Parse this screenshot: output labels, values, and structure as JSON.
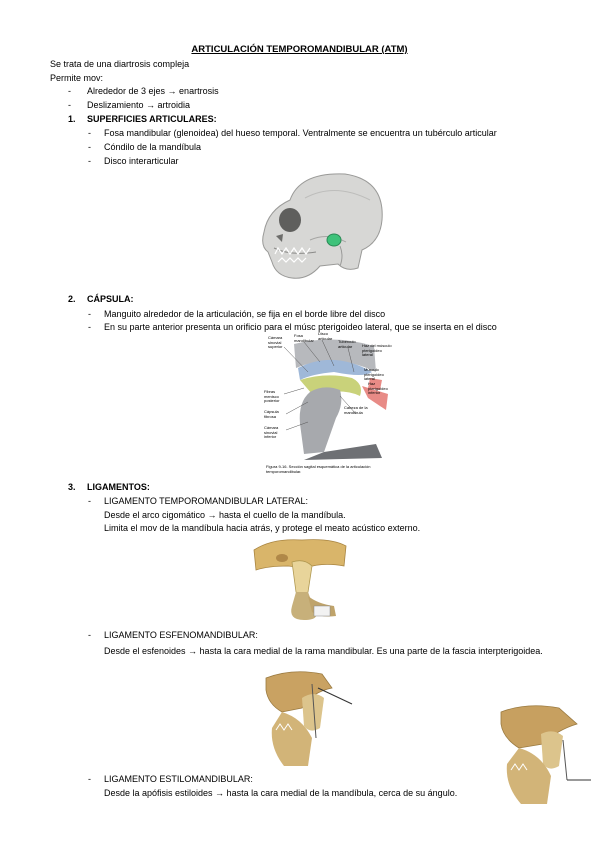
{
  "title": "ARTICULACIÓN TEMPOROMANDIBULAR (ATM)",
  "intro": {
    "line1": "Se trata de una diartrosis compleja",
    "line2": "Permite mov:"
  },
  "movements": [
    {
      "bullet": "-",
      "text": "Alrededor de 3 ejes → enartrosis"
    },
    {
      "bullet": "-",
      "text": "Deslizamiento → artroidia"
    }
  ],
  "section1": {
    "number": "1.",
    "heading": "SUPERFICIES ARTICULARES:",
    "items": [
      "Fosa mandibular (glenoidea) del hueso temporal. Ventralmente se encuentra un tubérculo articular",
      "Cóndilo de la mandíbula",
      "Disco interarticular"
    ]
  },
  "section2": {
    "number": "2.",
    "heading": "CÁPSULA:",
    "items": [
      "Manguito alrededor de la articulación, se fija en el borde libre del disco",
      "En su parte anterior presenta un orificio para el músc pterigoideo lateral, que se inserta en el disco"
    ],
    "figure_labels": [
      "Cámara sinovial superior",
      "Fosa mandibular",
      "Disco articular",
      "Tubérculo articular",
      "Haz del músculo pterigoideo lateral",
      "Músculo pterigoideo lateral",
      "Haz pterigoideo inferior",
      "Fibras menisco posterior",
      "Cápsula fibrosa",
      "Cabeza de la mandíbula",
      "Cámara sinovial inferior"
    ],
    "caption": "Figura 9-16. Sección sagital esquemática de la articulación temporomandibular."
  },
  "section3": {
    "number": "3.",
    "heading": "LIGAMENTOS:",
    "ligaments": [
      {
        "name": "LIGAMENTO TEMPOROMANDIBULAR LATERAL:",
        "lines": [
          "Desde el arco cigomático → hasta el cuello de la mandíbula.",
          "Limita el mov de la mandíbula hacia atrás, y protege el meato acústico externo."
        ]
      },
      {
        "name": "LIGAMENTO ESFENOMANDIBULAR:",
        "lines": [
          "Desde el esfenoides → hasta la cara medial de la rama mandibular. Es una parte de la fascia interpterigoidea."
        ]
      },
      {
        "name": "LIGAMENTO ESTILOMANDIBULAR:",
        "lines": [
          "Desde la apófisis estiloides → hasta la cara medial de la mandíbula, cerca de su ángulo."
        ]
      }
    ]
  }
}
